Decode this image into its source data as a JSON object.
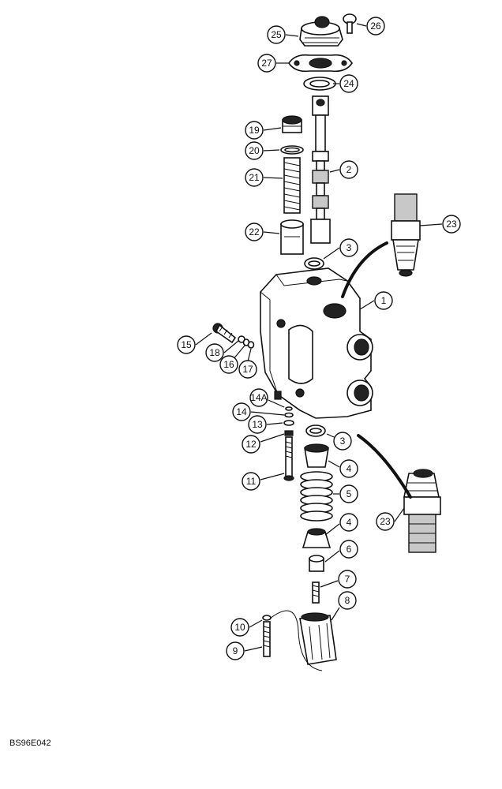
{
  "reference_code": "BS96E042",
  "callouts": [
    {
      "id": "c1",
      "label": "1"
    },
    {
      "id": "c2",
      "label": "2"
    },
    {
      "id": "c3a",
      "label": "3"
    },
    {
      "id": "c3b",
      "label": "3"
    },
    {
      "id": "c4a",
      "label": "4"
    },
    {
      "id": "c4b",
      "label": "4"
    },
    {
      "id": "c5",
      "label": "5"
    },
    {
      "id": "c6",
      "label": "6"
    },
    {
      "id": "c7",
      "label": "7"
    },
    {
      "id": "c8",
      "label": "8"
    },
    {
      "id": "c9",
      "label": "9"
    },
    {
      "id": "c10",
      "label": "10"
    },
    {
      "id": "c11",
      "label": "11"
    },
    {
      "id": "c12",
      "label": "12"
    },
    {
      "id": "c13",
      "label": "13"
    },
    {
      "id": "c14",
      "label": "14"
    },
    {
      "id": "c14a",
      "label": "14A"
    },
    {
      "id": "c15",
      "label": "15"
    },
    {
      "id": "c16",
      "label": "16"
    },
    {
      "id": "c17",
      "label": "17"
    },
    {
      "id": "c18",
      "label": "18"
    },
    {
      "id": "c19",
      "label": "19"
    },
    {
      "id": "c20",
      "label": "20"
    },
    {
      "id": "c21",
      "label": "21"
    },
    {
      "id": "c22",
      "label": "22"
    },
    {
      "id": "c23a",
      "label": "23"
    },
    {
      "id": "c23b",
      "label": "23"
    },
    {
      "id": "c24",
      "label": "24"
    },
    {
      "id": "c25",
      "label": "25"
    },
    {
      "id": "c26",
      "label": "26"
    },
    {
      "id": "c27",
      "label": "27"
    }
  ]
}
